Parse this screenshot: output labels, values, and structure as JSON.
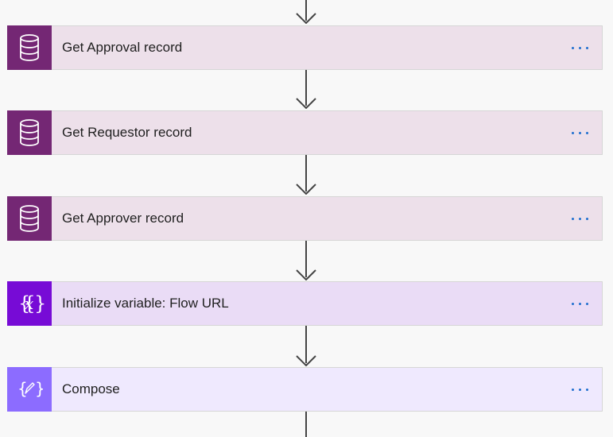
{
  "flow": {
    "steps": [
      {
        "title": "Get Approval record",
        "icon": "database-icon",
        "icon_bg": "#742774",
        "card_bg": "#ede0ea"
      },
      {
        "title": "Get Requestor record",
        "icon": "database-icon",
        "icon_bg": "#742774",
        "card_bg": "#ede0ea"
      },
      {
        "title": "Get Approver record",
        "icon": "database-icon",
        "icon_bg": "#742774",
        "card_bg": "#ede0ea"
      },
      {
        "title": "Initialize variable: Flow URL",
        "icon": "variable-icon",
        "icon_bg": "#770bd6",
        "card_bg": "#eadcf6"
      },
      {
        "title": "Compose",
        "icon": "compose-icon",
        "icon_bg": "#8c6cff",
        "card_bg": "#efe9fe"
      }
    ],
    "more_menu_label": "···",
    "colors": {
      "connector": "#444444",
      "more_dots": "#1f6fcf"
    }
  }
}
